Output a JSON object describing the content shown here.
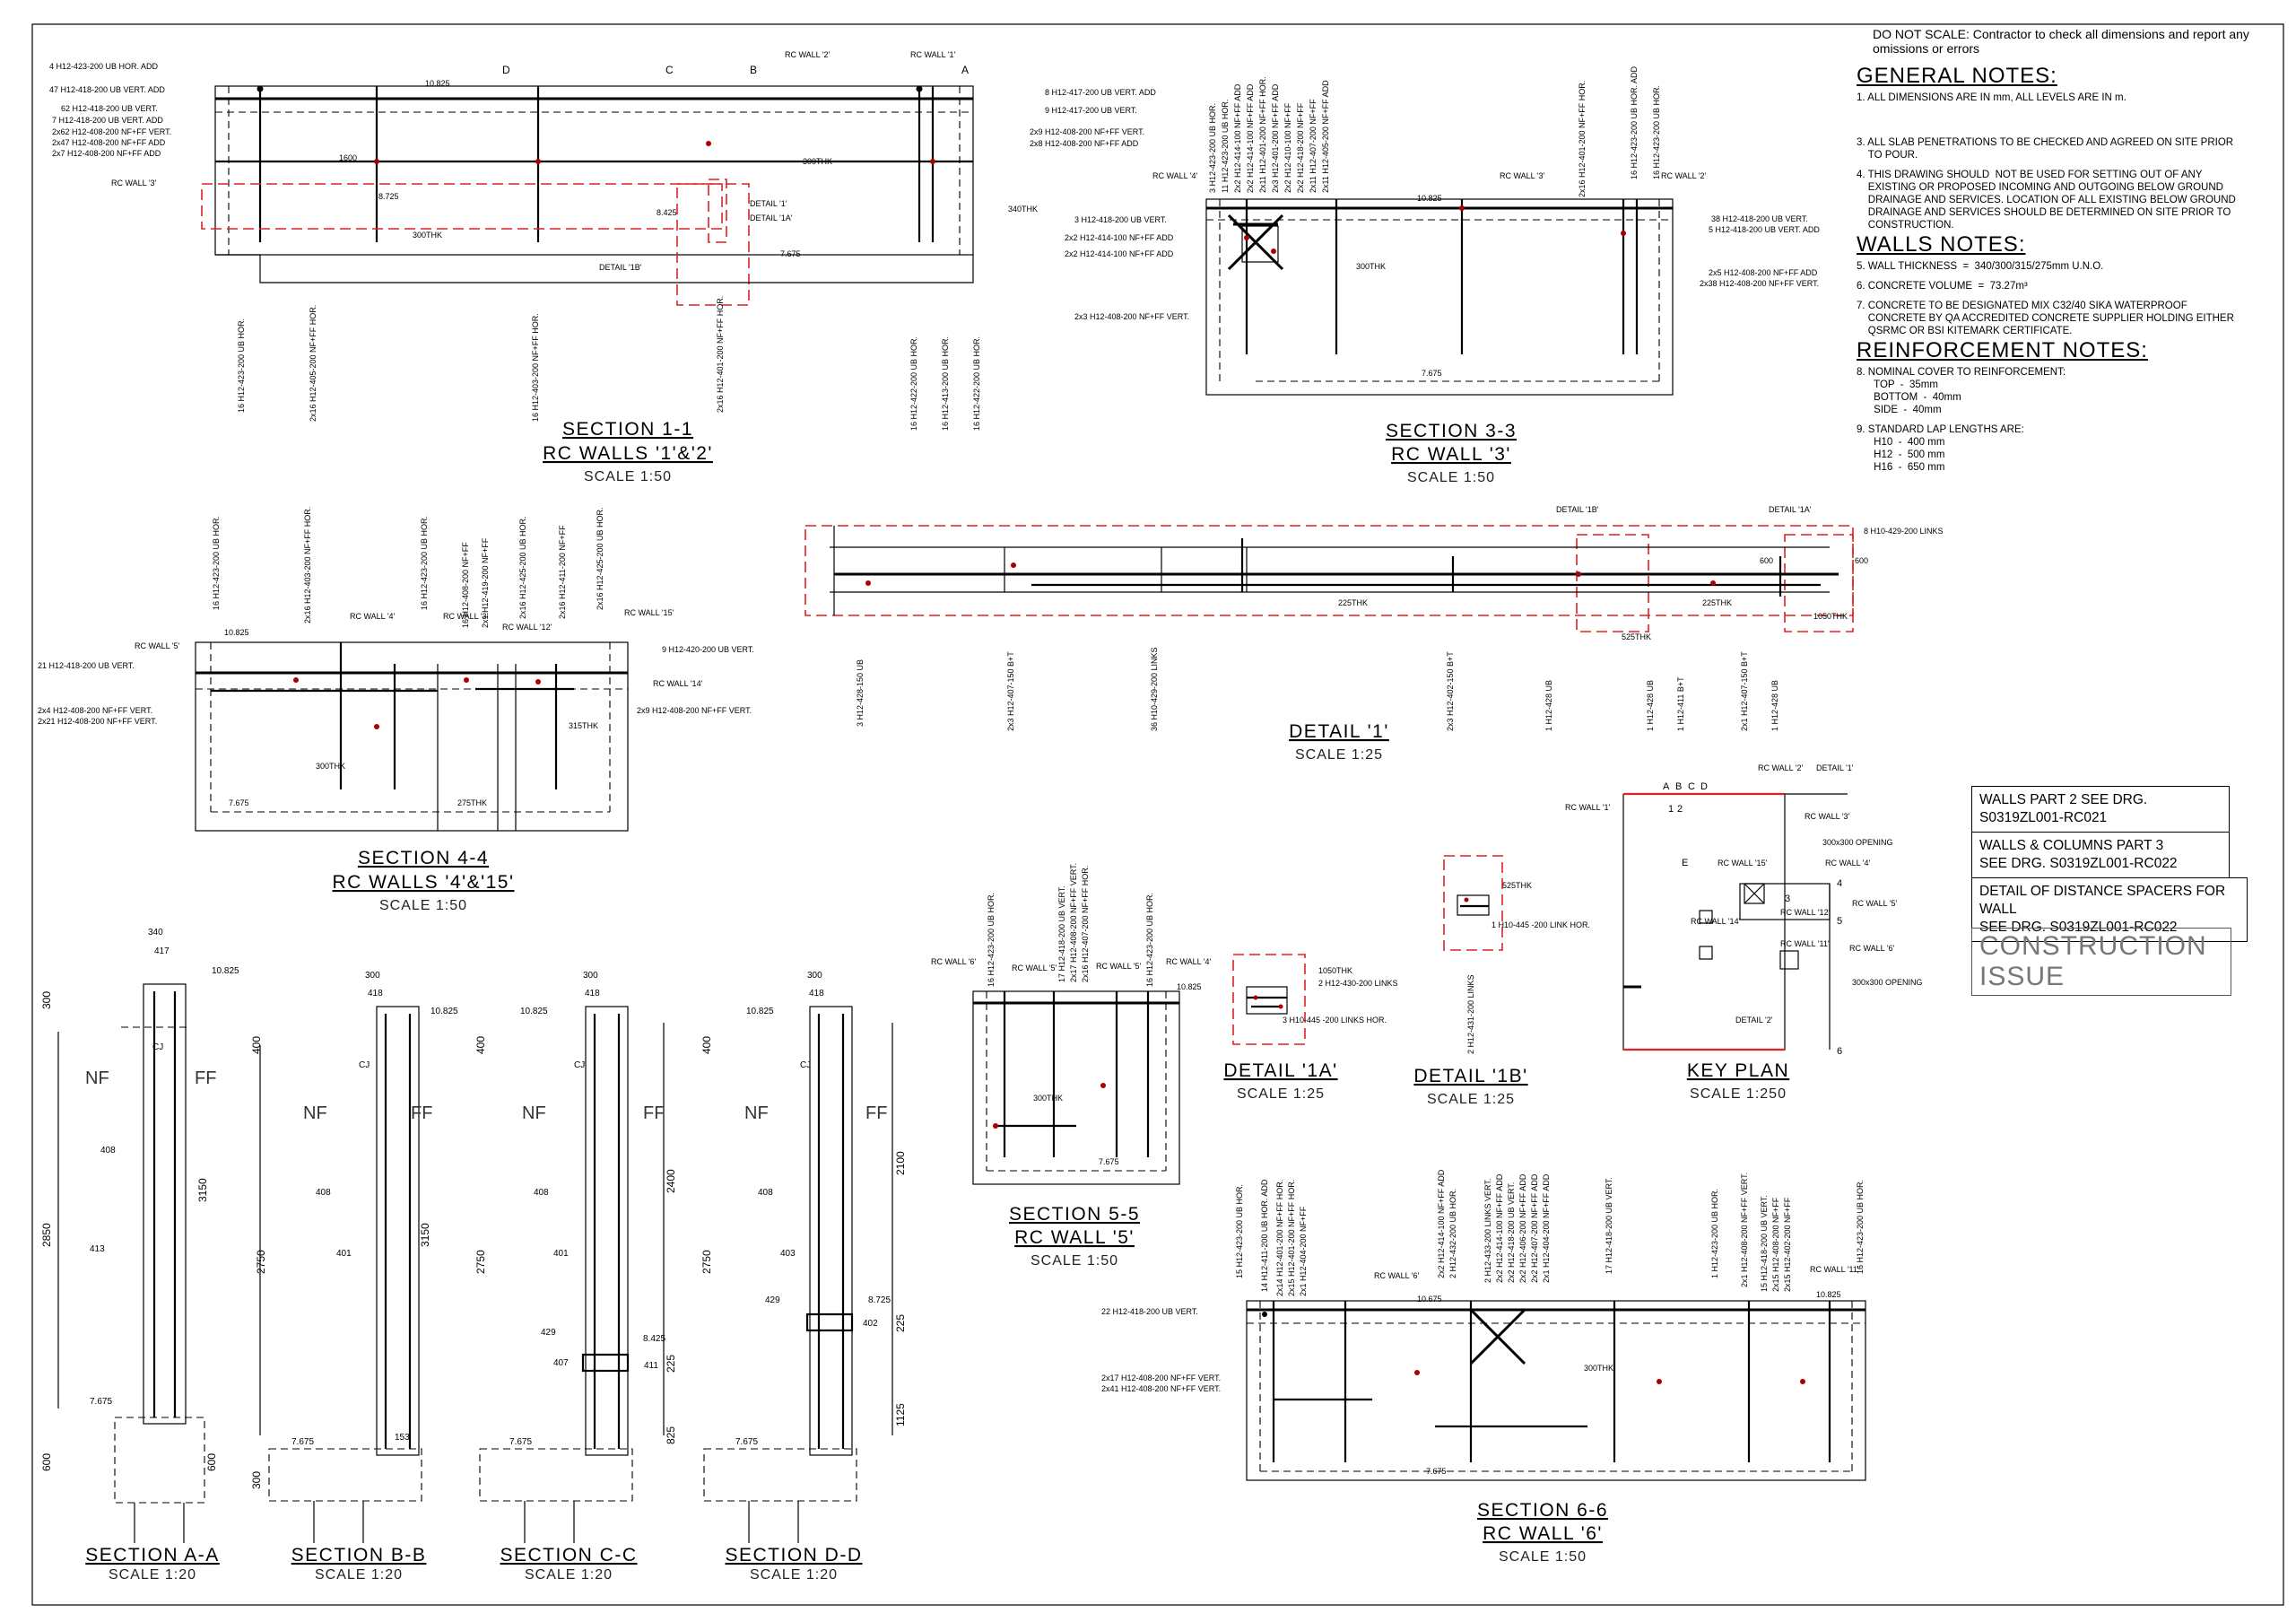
{
  "disclaimer": "DO NOT SCALE: Contractor to check all dimensions and report any omissions or errors",
  "notes": {
    "general_heading": "GENERAL NOTES:",
    "n1": "1. ALL DIMENSIONS ARE IN mm, ALL LEVELS ARE IN m.",
    "n3": "3. ALL SLAB PENETRATIONS TO BE CHECKED AND AGREED ON SITE PRIOR\n    TO POUR.",
    "n4": "4. THIS DRAWING SHOULD  NOT BE USED FOR SETTING OUT OF ANY\n    EXISTING OR PROPOSED INCOMING AND OUTGOING BELOW GROUND\n    DRAINAGE AND SERVICES. LOCATION OF ALL EXISTING BELOW GROUND\n    DRAINAGE AND SERVICES SHOULD BE DETERMINED ON SITE PRIOR TO\n    CONSTRUCTION.",
    "walls_heading": "WALLS NOTES:",
    "n5": "5. WALL THICKNESS  =  340/300/315/275mm U.N.O.",
    "n6": "6. CONCRETE VOLUME  =  73.27m³",
    "n7": "7. CONCRETE TO BE DESIGNATED MIX C32/40 SIKA WATERPROOF\n    CONCRETE BY QA ACCREDITED CONCRETE SUPPLIER HOLDING EITHER\n    QSRMC OR BSI KITEMARK CERTIFICATE.",
    "reinf_heading": "REINFORCEMENT NOTES:",
    "n8": "8. NOMINAL COVER TO REINFORCEMENT:\n      TOP  -  35mm\n      BOTTOM  -  40mm\n      SIDE  -  40mm",
    "n9": "9. STANDARD LAP LENGTHS ARE:\n      H10  -  400 mm\n      H12  -  500 mm\n      H16  -  650 mm"
  },
  "refs": {
    "r1a": "WALLS PART 2 SEE DRG.",
    "r1b": "S0319ZL001-RC021",
    "r2a": "WALLS & COLUMNS PART 3",
    "r2b": "SEE DRG. S0319ZL001-RC022",
    "r3a": "DETAIL OF DISTANCE SPACERS FOR WALL",
    "r3b": "SEE DRG. S0319ZL001-RC022",
    "issue": "CONSTRUCTION ISSUE"
  },
  "titles": {
    "s11": {
      "t1": "SECTION  1-1",
      "t2": "RC WALLS '1'&'2'",
      "s": "SCALE 1:50"
    },
    "s33": {
      "t1": "SECTION  3-3",
      "t2": "RC WALL '3'",
      "s": "SCALE 1:50"
    },
    "s44": {
      "t1": "SECTION  4-4",
      "t2": "RC WALLS '4'&'15'",
      "s": "SCALE 1:50"
    },
    "d1": {
      "t1": "DETAIL  '1'",
      "s": "SCALE 1:25"
    },
    "s55": {
      "t1": "SECTION  5-5",
      "t2": "RC WALL '5'",
      "s": "SCALE 1:50"
    },
    "d1a": {
      "t1": "DETAIL  '1A'",
      "s": "SCALE 1:25"
    },
    "d1b": {
      "t1": "DETAIL  '1B'",
      "s": "SCALE 1:25"
    },
    "kp": {
      "t1": "KEY  PLAN",
      "s": "SCALE 1:250"
    },
    "s66": {
      "t1": "SECTION  6-6",
      "t2": "RC WALL '6'",
      "s": "SCALE 1:50"
    },
    "sAA": {
      "t1": "SECTION  A-A",
      "s": "SCALE 1:20"
    },
    "sBB": {
      "t1": "SECTION  B-B",
      "s": "SCALE 1:20"
    },
    "sCC": {
      "t1": "SECTION  C-C",
      "s": "SCALE 1:20"
    },
    "sDD": {
      "t1": "SECTION  D-D",
      "s": "SCALE 1:20"
    }
  },
  "s11": {
    "left": [
      "4 H12-423-200 UB HOR. ADD",
      "47 H12-418-200 UB VERT. ADD",
      "62 H12-418-200 UB VERT.",
      "7 H12-418-200 UB VERT. ADD",
      "2x62 H12-408-200 NF+FF VERT.",
      "2x47 H12-408-200 NF+FF ADD",
      "2x7 H12-408-200 NF+FF ADD"
    ],
    "right": [
      "8 H12-417-200 UB VERT. ADD",
      "9 H12-417-200 UB VERT.",
      "2x9 H12-408-200 NF+FF VERT.",
      "2x8 H12-408-200 NF+FF ADD"
    ],
    "bottom": [
      "16 H12-423-200 UB HOR.",
      "2x16 H12-405-200 NF+FF HOR.",
      "16 H12-403-200 NF+FF HOR.",
      "2x16 H12-401-200 NF+FF HOR.",
      "16 H12-422-200 UB HOR.",
      "16 H12-413-200 UB HOR.",
      "16 H12-422-200 UB HOR."
    ],
    "dims": [
      "10.825",
      "1600",
      "8.725",
      "8.425",
      "7.675"
    ],
    "thk": [
      "300THK",
      "300THK",
      "340THK"
    ],
    "labels": [
      "RC WALL '2'",
      "RC WALL '1'",
      "RC WALL '3'",
      "DETAIL '1'",
      "DETAIL '1A'",
      "DETAIL '1B'"
    ],
    "cuts": [
      "D",
      "C",
      "B",
      "A"
    ]
  },
  "s33": {
    "top": [
      "3 H12-423-200 UB HOR.",
      "11 H12-423-200 UB HOR.",
      "2x2 H12-414-100 NF+FF ADD",
      "2x2 H12-414-100 NF+FF ADD",
      "2x11 H12-401-200 NF+FF HOR.",
      "2x3 H12-401-200 NF+FF ADD",
      "2x2 H12-410-100 NF+FF",
      "2x2 H12-418-200 NF+FF",
      "2x11 H12-407-200 NF+FF",
      "2x11 H12-405-200 NF+FF ADD",
      "2x16 H12-401-200 NF+FF HOR.",
      "16 H12-423-200 UB HOR. ADD",
      "16 H12-423-200 UB HOR."
    ],
    "left": [
      "3 H12-418-200 UB VERT.",
      "2x2 H12-414-100 NF+FF ADD",
      "2x2 H12-414-100 NF+FF ADD",
      "2x3 H12-408-200 NF+FF VERT."
    ],
    "right": [
      "38 H12-418-200 UB VERT.",
      "5 H12-418-200 UB VERT. ADD",
      "2x5 H12-408-200 NF+FF ADD",
      "2x38 H12-408-200 NF+FF VERT."
    ],
    "dims": [
      "10.825",
      "7.675"
    ],
    "thk": [
      "300THK"
    ],
    "labels": [
      "RC WALL '4'",
      "RC WALL '3'",
      "RC WALL '2'"
    ]
  },
  "s44": {
    "top": [
      "16 H12-423-200 UB HOR.",
      "2x16 H12-403-200 NF+FF HOR.",
      "16 H12-423-200 UB HOR.",
      "16 H12-408-200 NF+FF",
      "2x1 H12-419-200 NF+FF",
      "2x16 H12-425-200 UB HOR.",
      "2x16 H12-411-200 NF+FF",
      "2x16 H12-425-200 UB HOR."
    ],
    "left": [
      "21 H12-418-200 UB VERT.",
      "2x4 H12-408-200 NF+FF VERT.",
      "2x21 H12-408-200 NF+FF VERT."
    ],
    "right": [
      "9 H12-420-200 UB VERT.",
      "2x9 H12-408-200 NF+FF VERT."
    ],
    "dims": [
      "10.825",
      "7.675"
    ],
    "thk": [
      "300THK",
      "275THK",
      "315THK"
    ],
    "labels": [
      "RC WALL '5'",
      "RC WALL '4'",
      "RC WALL '3'",
      "RC WALL '12'",
      "RC WALL '15'",
      "RC WALL '14'"
    ]
  },
  "d1": {
    "bottom": [
      "3 H12-428-150 UB",
      "2x3 H12-407-150 B+T",
      "36 H10-429-200 LINKS",
      "2x3 H12-402-150 B+T",
      "1 H12-428 UB",
      "1 H12-428 UB",
      "1 H12-411 B+T",
      "2x1 H12-407-150 B+T",
      "1 H12-428 UB"
    ],
    "right": "8 H10-429-200 LINKS",
    "labels": [
      "DETAIL '1B'",
      "DETAIL '1A'",
      "225THK",
      "225THK",
      "525THK",
      "1050THK",
      "600",
      "600"
    ]
  },
  "s55": {
    "top": [
      "16 H12-423-200 UB HOR.",
      "17 H12-418-200 UB VERT.",
      "2x17 H12-408-200 NF+FF VERT.",
      "2x16 H12-407-200 NF+FF HOR.",
      "16 H12-423-200 UB HOR."
    ],
    "labels": [
      "RC WALL '6'",
      "RC WALL '5'",
      "RC WALL '5'",
      "RC WALL '4'"
    ],
    "dims": [
      "10.825",
      "7.675"
    ],
    "thk": [
      "300THK"
    ]
  },
  "d1a": {
    "bars": [
      "2 H12-430-200 LINKS",
      "3 H10-445 -200 LINKS HOR."
    ],
    "thk": "1050THK"
  },
  "d1b": {
    "bars": [
      "1 H10-445 -200 LINK HOR.",
      "2 H12-431-200 LINKS"
    ],
    "thk": "525THK"
  },
  "kp": {
    "labels": [
      "RC WALL '2'",
      "DETAIL '1'",
      "RC WALL '1'",
      "RC WALL '3'",
      "RC WALL '4'",
      "RC WALL '15'",
      "RC WALL '5'",
      "RC WALL '14'",
      "RC WALL '12'",
      "RC WALL '11'",
      "RC WALL '6'",
      "DETAIL '2'",
      "300x300 OPENING",
      "300x300 OPENING"
    ],
    "cuts": [
      "A",
      "B",
      "C",
      "D",
      "E",
      "3",
      "4",
      "5",
      "6",
      "1",
      "2"
    ]
  },
  "s66": {
    "top": [
      "15 H12-423-200 UB HOR.",
      "14 H12-411-200 UB HOR. ADD",
      "2x14 H12-401-200 NF+FF HOR.",
      "2x15 H12-401-200 NF+FF HOR.",
      "2x1 H12-404-200 NF+FF",
      "2x2 H12-414-100 NF+FF ADD",
      "2 H12-432-200 UB HOR.",
      "2 H12-433-200 LINKS VERT.",
      "2x2 H12-414-100 NF+FF ADD",
      "2x2 H12-418-200 UB VERT.",
      "2x2 H12-406-200 NF+FF ADD",
      "2x2 H12-407-200 NF+FF ADD",
      "2x1 H12-404-200 NF+FF ADD",
      "17 H12-418-200 UB VERT.",
      "1 H12-423-200 UB HOR.",
      "2x1 H12-408-200 NF+FF VERT.",
      "15 H12-418-200 UB VERT.",
      "2x15 H12-408-200 NF+FF",
      "2x15 H12-402-200 NF+FF",
      "16 H12-423-200 UB HOR."
    ],
    "left": [
      "22 H12-418-200 UB VERT.",
      "2x17 H12-408-200 NF+FF VERT.",
      "2x41 H12-408-200 NF+FF VERT."
    ],
    "labels": [
      "RC WALL '6'",
      "RC WALL '11'"
    ],
    "dims": [
      "10.675",
      "10.825",
      "7.675"
    ],
    "thk": [
      "300THK"
    ]
  },
  "sections_small": {
    "aa": {
      "dims": [
        "340",
        "417",
        "10.825",
        "300",
        "2850",
        "3150",
        "600",
        "600",
        "7.675"
      ],
      "bar": "413",
      "bar2": "408",
      "nf": "NF",
      "ff": "FF",
      "cj": "CJ"
    },
    "bb": {
      "dims": [
        "300",
        "418",
        "10.825",
        "400",
        "2750",
        "3150",
        "300",
        "7.675",
        "153"
      ],
      "bar": "401",
      "bar2": "408",
      "nf": "NF",
      "ff": "FF",
      "cj": "CJ"
    },
    "cc": {
      "dims": [
        "300",
        "418",
        "10.825",
        "400",
        "2750",
        "2400",
        "825",
        "225",
        "8.425",
        "7.675"
      ],
      "bar": "401",
      "bar2": "408",
      "lap": "429",
      "lap2": "407",
      "lap3": "411",
      "nf": "NF",
      "ff": "FF",
      "cj": "CJ"
    },
    "dd": {
      "dims": [
        "300",
        "418",
        "10.825",
        "400",
        "2750",
        "2100",
        "1125",
        "225",
        "8.725",
        "402",
        "7.675"
      ],
      "bar": "403",
      "bar2": "408",
      "lap": "429",
      "nf": "NF",
      "ff": "FF",
      "cj": "CJ"
    }
  }
}
